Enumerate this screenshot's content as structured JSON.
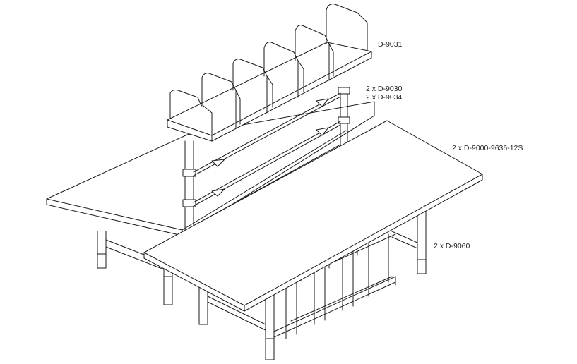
{
  "callouts": {
    "shelf": "D-9031",
    "uprights": "2 x D-9030",
    "brackets": "2 x D-9034",
    "table_tops": "2 x D-9000-9636-12S",
    "frames": "2 x D-9060"
  },
  "colors": {
    "line": "#1a1a1a",
    "fill": "#ffffff",
    "text": "#222222"
  }
}
